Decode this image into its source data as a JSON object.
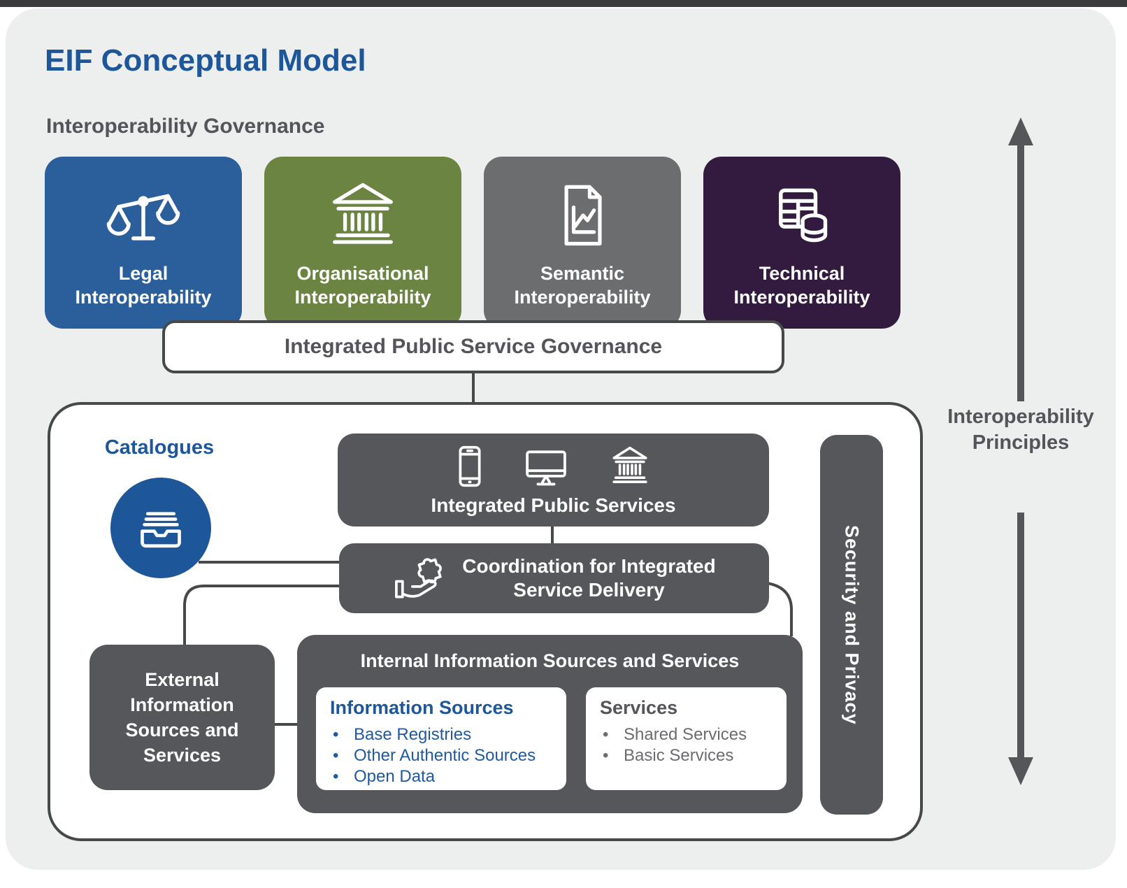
{
  "page": {
    "title": "EIF Conceptual Model",
    "governance_label": "Interoperability Governance"
  },
  "colors": {
    "panel_background": "#edeeee",
    "title_blue": "#1e5799",
    "legal_blue": "#2a5f9c",
    "organisational_green": "#6b8442",
    "semantic_gray": "#6c6d6f",
    "technical_purple": "#331a3f",
    "dark_box_gray": "#56575a",
    "connector_gray": "#47484a",
    "text_gray": "#54555a"
  },
  "pillars": [
    {
      "line1": "Legal",
      "line2": "Interoperability",
      "icon": "scales-icon",
      "color": "#2a5f9c"
    },
    {
      "line1": "Organisational",
      "line2": "Interoperability",
      "icon": "bank-icon",
      "color": "#6b8442"
    },
    {
      "line1": "Semantic",
      "line2": "Interoperability",
      "icon": "document-chart-icon",
      "color": "#6c6d6f"
    },
    {
      "line1": "Technical",
      "line2": "Interoperability",
      "icon": "table-database-icon",
      "color": "#331a3f"
    }
  ],
  "governance_bar": {
    "label": "Integrated Public Service Governance"
  },
  "catalogues": {
    "label": "Catalogues"
  },
  "ips_box": {
    "label": "Integrated Public Services"
  },
  "coordination_box": {
    "line1": "Coordination for Integrated",
    "line2": "Service Delivery"
  },
  "external_box": {
    "line1": "External",
    "line2": "Information",
    "line3": "Sources and",
    "line4": "Services"
  },
  "internal_box": {
    "title": "Internal Information Sources and Services",
    "info_sources": {
      "title": "Information Sources",
      "items": [
        "Base Registries",
        "Other Authentic Sources",
        "Open Data"
      ]
    },
    "services": {
      "title": "Services",
      "items": [
        "Shared Services",
        "Basic Services"
      ]
    }
  },
  "security_bar": {
    "label": "Security and Privacy"
  },
  "principles": {
    "line1": "Interoperability",
    "line2": "Principles"
  }
}
